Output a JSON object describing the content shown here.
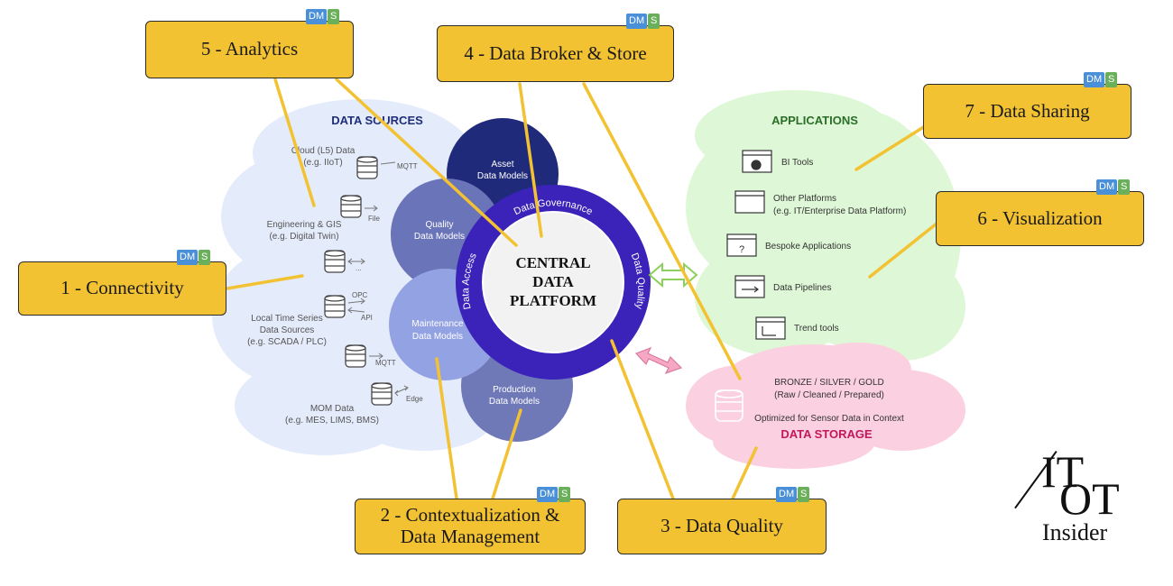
{
  "callouts": {
    "connectivity": "1 - Connectivity",
    "context": [
      "2 - Contextualization &",
      "Data Management"
    ],
    "quality": "3 - Data Quality",
    "broker": "4 - Data Broker & Store",
    "analytics": "5 - Analytics",
    "visualization": "6 - Visualization",
    "sharing": "7 - Data Sharing"
  },
  "badges": {
    "dm": "DM",
    "s": "S"
  },
  "data_sources": {
    "title": "DATA SOURCES",
    "cloud": [
      "Cloud (L5) Data",
      "(e.g. IIoT)"
    ],
    "engineering": [
      "Engineering & GIS",
      "(e.g. Digital Twin)"
    ],
    "local": [
      "Local Time Series",
      "Data Sources",
      "(e.g. SCADA / PLC)"
    ],
    "mom": [
      "MOM Data",
      "(e.g. MES, LIMS, BMS)"
    ],
    "protocols": {
      "mqtt1": "MQTT",
      "file": "File",
      "dots": "...",
      "opc": "OPC",
      "api": "API",
      "mqtt2": "MQTT",
      "edge": "Edge"
    }
  },
  "models": {
    "asset": [
      "Asset",
      "Data Models"
    ],
    "quality": [
      "Quality",
      "Data Models"
    ],
    "maintenance": [
      "Maintenance",
      "Data Models"
    ],
    "production": [
      "Production",
      "Data Models"
    ]
  },
  "platform": {
    "center": [
      "CENTRAL",
      "DATA",
      "PLATFORM"
    ],
    "governance": "Data Governance",
    "access": "Data Access",
    "quality": "Data Quality"
  },
  "applications": {
    "title": "APPLICATIONS",
    "items": [
      {
        "label": [
          "BI Tools"
        ],
        "icon": "pie-chart-window-icon"
      },
      {
        "label": [
          "Other Platforms",
          "(e.g. IT/Enterprise Data Platform)"
        ],
        "icon": "window-icon"
      },
      {
        "label": [
          "Bespoke Applications"
        ],
        "icon": "question-window-icon"
      },
      {
        "label": [
          "Data Pipelines"
        ],
        "icon": "arrow-window-icon"
      },
      {
        "label": [
          "Trend tools"
        ],
        "icon": "trend-window-icon"
      }
    ]
  },
  "storage": {
    "tiers": "BRONZE / SILVER / GOLD",
    "tiers_sub": "(Raw / Cleaned / Prepared)",
    "optimized": "Optimized for Sensor Data in Context",
    "title": "DATA STORAGE"
  },
  "logo": {
    "it": "IT",
    "ot": "OT",
    "insider": "Insider"
  },
  "colors": {
    "callout": "#f3c232",
    "sources_cloud": "#e4ebfb",
    "apps_cloud": "#def7d6",
    "storage_cloud": "#fbd0e0",
    "ring": "#3b22b8",
    "asset": "#1f2b7a",
    "quality": "#6a74b8",
    "maintenance": "#93a2e3",
    "production": "#6f79b8",
    "sources_title": "#1f2e7a",
    "apps_title": "#2a6e28",
    "storage_title": "#c2185b"
  }
}
